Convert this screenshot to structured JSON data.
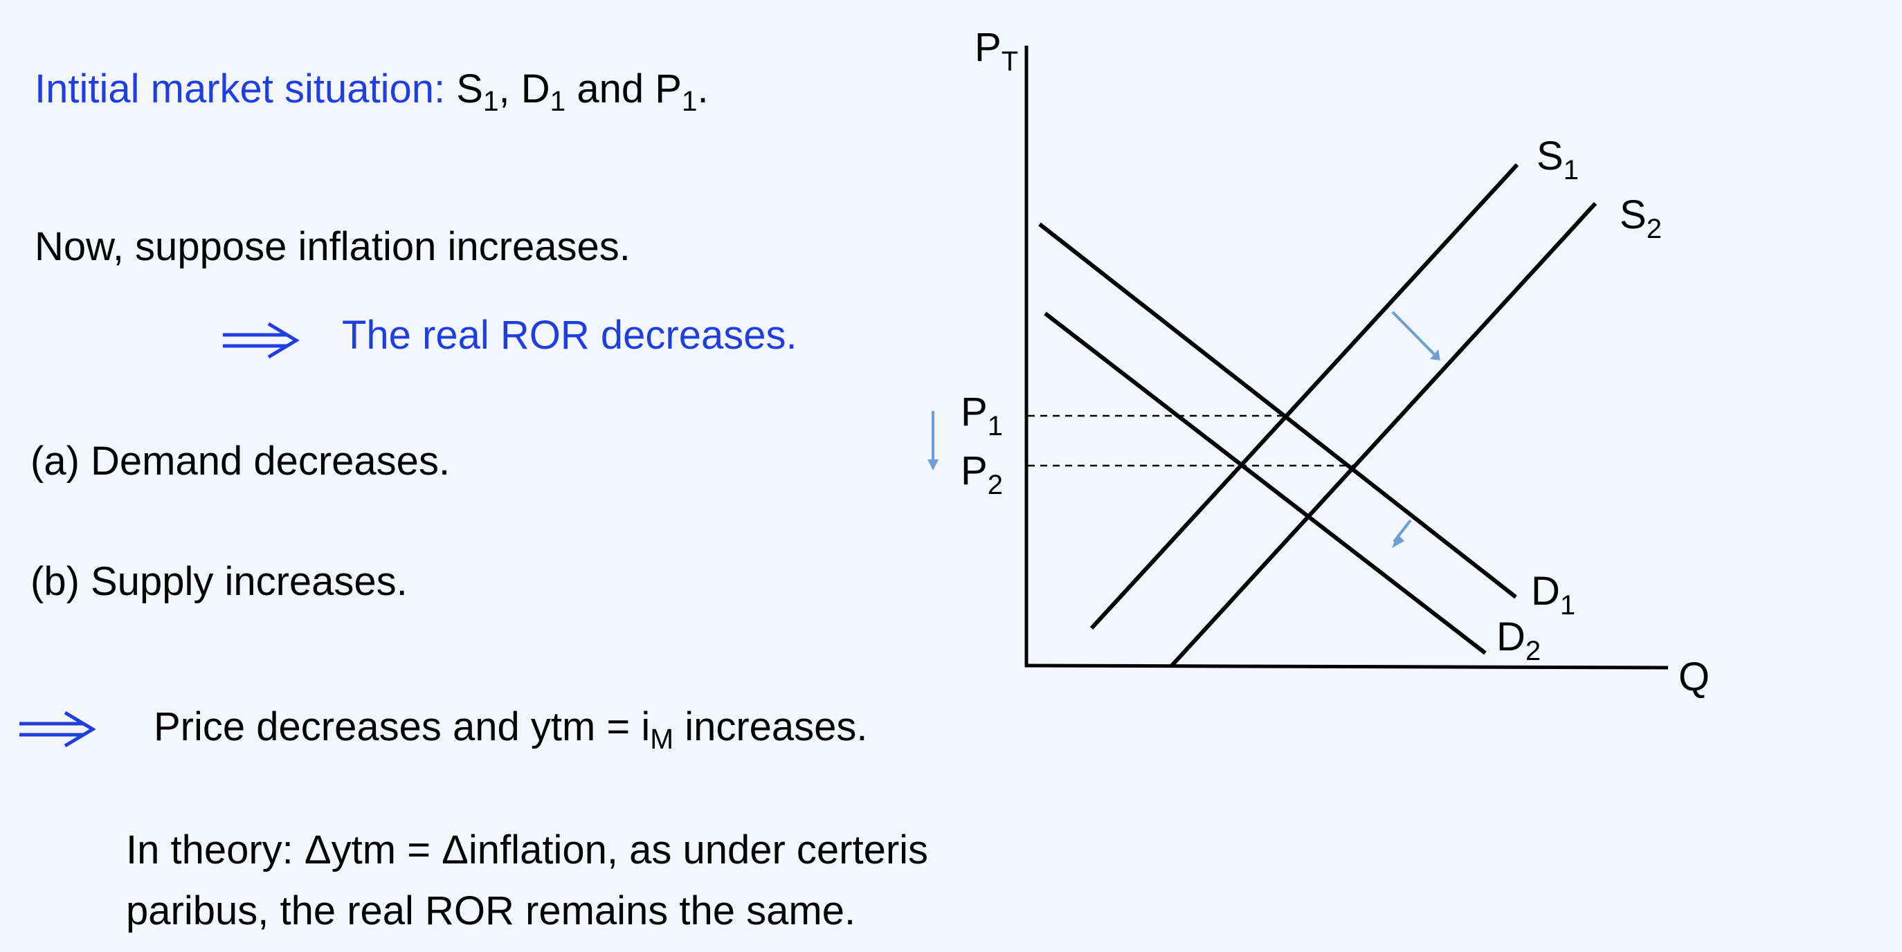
{
  "text": {
    "line1_prefix": "Intitial market situation: ",
    "line1_S": "S",
    "line1_S_sub": "1",
    "line1_sep1": ", ",
    "line1_D": "D",
    "line1_D_sub": "1",
    "line1_and": " and ",
    "line1_P": "P",
    "line1_P_sub": "1",
    "line1_end": ".",
    "line2": "Now, suppose inflation increases.",
    "line3": "The real ROR decreases.",
    "line4": "(a)  Demand decreases.",
    "line5": "(b)  Supply increases.",
    "line6_prefix": "Price decreases and ytm = i",
    "line6_sub": "M",
    "line6_suffix": " increases.",
    "line7": "In theory:  Δytm = Δinflation, as under certeris",
    "line8": "paribus, the real ROR remains the same."
  },
  "diagram": {
    "y_axis_label": "P",
    "y_axis_sub": "T",
    "x_axis_label": "Q",
    "S1": {
      "label": "S",
      "sub": "1"
    },
    "S2": {
      "label": "S",
      "sub": "2"
    },
    "D1": {
      "label": "D",
      "sub": "1"
    },
    "D2": {
      "label": "D",
      "sub": "2"
    },
    "P1": {
      "label": "P",
      "sub": "1"
    },
    "P2": {
      "label": "P",
      "sub": "2"
    }
  },
  "colors": {
    "background": "#f3f6fd",
    "accent_blue": "#1f3ede",
    "shift_arrow": "#6d9fd2",
    "ink": "#000000"
  }
}
